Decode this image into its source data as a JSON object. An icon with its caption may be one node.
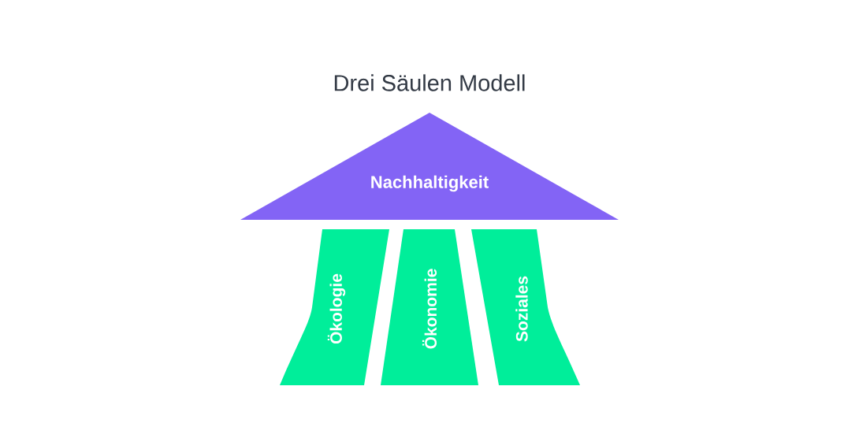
{
  "diagram": {
    "title": "Drei Säulen Modell",
    "nodes": [
      {
        "text": [
          "Nachhaltigkeit"
        ]
      },
      {
        "text": [
          "Ökologie"
        ]
      },
      {
        "text": [
          "Ökonomie"
        ]
      },
      {
        "text": [
          "Soziales"
        ]
      }
    ]
  }
}
